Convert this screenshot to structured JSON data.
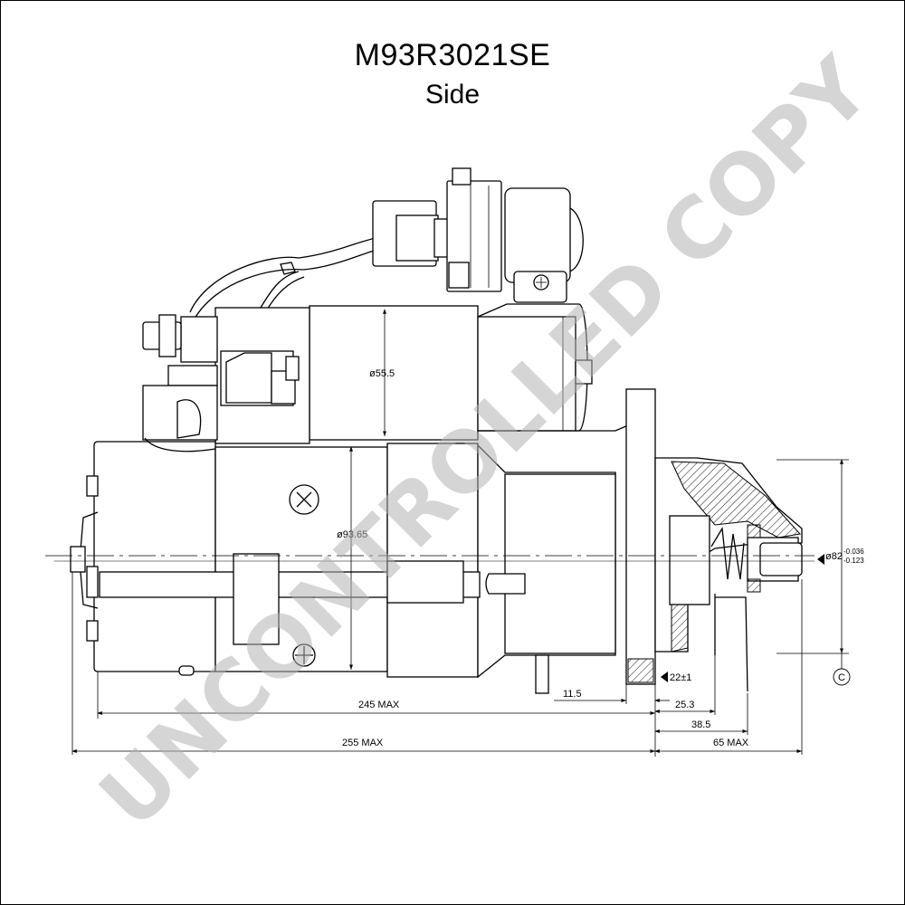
{
  "drawing": {
    "title": "M93R3021SE",
    "view": "Side",
    "watermark": "UNCONTROLLED COPY"
  },
  "dimensions": {
    "solenoid_dia": "ø55.5",
    "body_dia": "ø93.65",
    "pinion_dia": "ø82",
    "pinion_tol_upper": "-0.036",
    "pinion_tol_lower": "-0.123",
    "d_11_5": "11.5",
    "d_22": "22±1",
    "d_25_3": "25.3",
    "d_38_5": "38.5",
    "d_245": "245  MAX",
    "d_255": "255  MAX",
    "d_65": "65  MAX",
    "datum": "C"
  }
}
